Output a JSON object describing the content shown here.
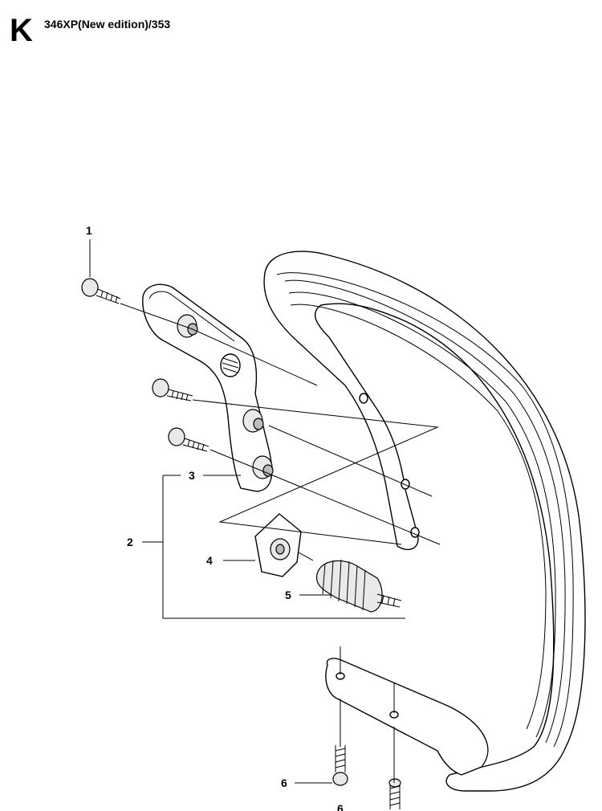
{
  "header": {
    "section_letter": "K",
    "model_title": "346XP(New edition)/353"
  },
  "callouts": [
    {
      "id": "1",
      "label": "1"
    },
    {
      "id": "2",
      "label": "2"
    },
    {
      "id": "3",
      "label": "3"
    },
    {
      "id": "4",
      "label": "4"
    },
    {
      "id": "5",
      "label": "5"
    },
    {
      "id": "6",
      "label": "6"
    },
    {
      "id": "6b",
      "label": "6"
    }
  ],
  "parts": [
    {
      "ref": "1",
      "icon": "screw-icon"
    },
    {
      "ref": "2",
      "icon": "handlebar-icon"
    },
    {
      "ref": "3",
      "icon": "bracket-icon"
    },
    {
      "ref": "4",
      "icon": "clip-icon"
    },
    {
      "ref": "5",
      "icon": "spring-icon"
    },
    {
      "ref": "6",
      "icon": "screw-icon"
    }
  ]
}
